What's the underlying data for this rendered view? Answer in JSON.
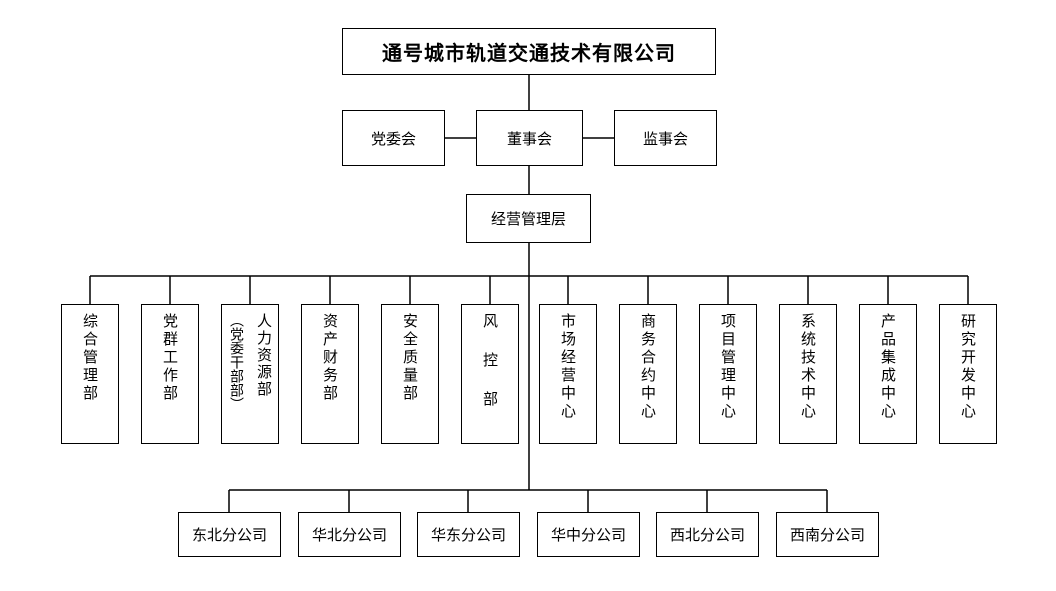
{
  "company": "通号城市轨道交通技术有限公司",
  "governance": {
    "left": "党委会",
    "center": "董事会",
    "right": "监事会"
  },
  "management": "经营管理层",
  "departments": [
    "综合管理部",
    "党群工作部",
    "人力资源部",
    "（党委干部部）",
    "资产财务部",
    "安全质量部",
    "风控部",
    "市场经营中心",
    "商务合约中心",
    "项目管理中心",
    "系统技术中心",
    "产品集成中心",
    "研究开发中心"
  ],
  "branches": [
    "东北分公司",
    "华北分公司",
    "华东分公司",
    "华中分公司",
    "西北分公司",
    "西南分公司"
  ]
}
